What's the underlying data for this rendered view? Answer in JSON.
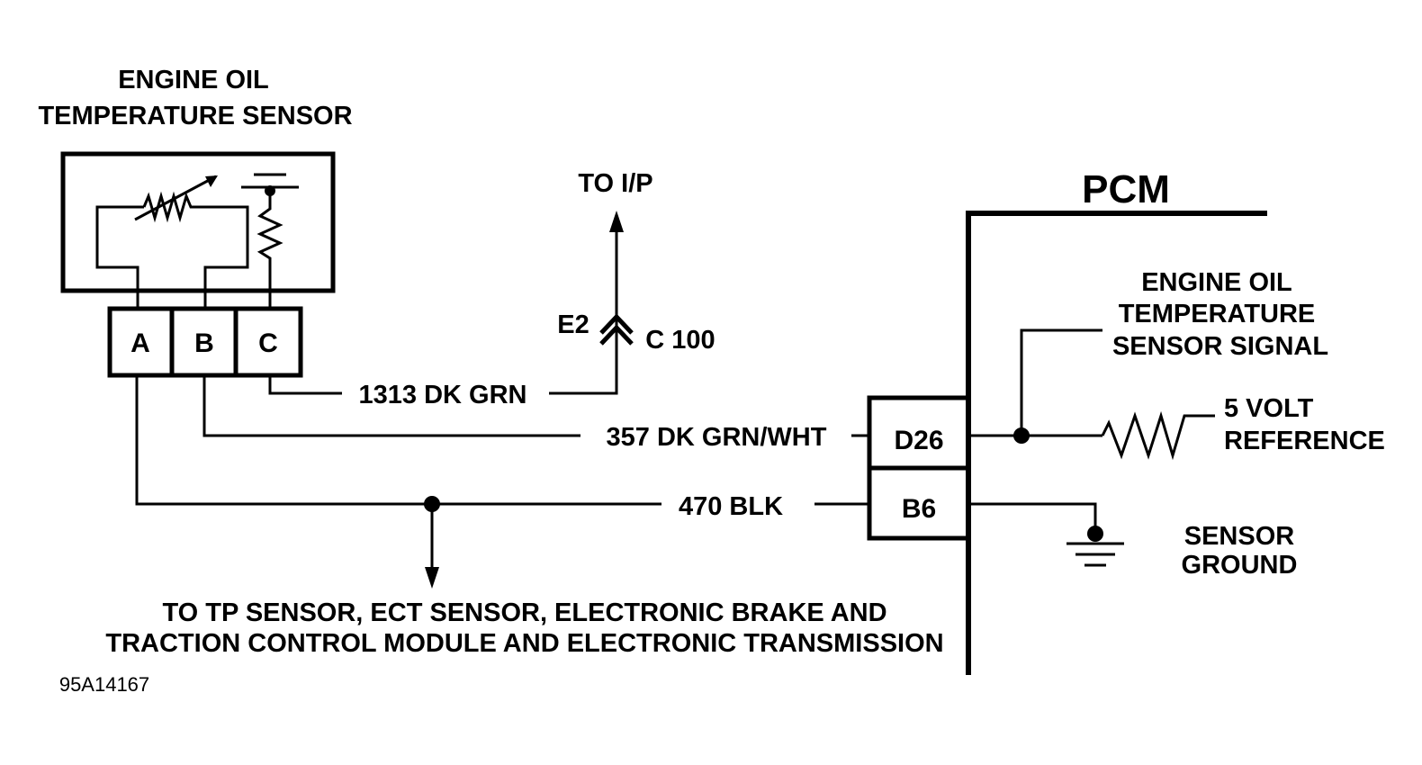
{
  "sensor": {
    "title_line1": "ENGINE OIL",
    "title_line2": "TEMPERATURE SENSOR",
    "pins": [
      "A",
      "B",
      "C"
    ]
  },
  "pcm": {
    "title": "PCM",
    "pins": [
      "D26",
      "B6"
    ]
  },
  "wires": {
    "c_wire": "1313 DK GRN",
    "b_wire": "357 DK GRN/WHT",
    "a_wire": "470 BLK"
  },
  "connector": {
    "to_ip": "TO I/P",
    "left_label": "E2",
    "right_label": "C 100"
  },
  "signal": {
    "line1": "ENGINE OIL",
    "line2": "TEMPERATURE",
    "line3": "SENSOR SIGNAL"
  },
  "reference": {
    "line1": "5 VOLT",
    "line2": "REFERENCE"
  },
  "ground": {
    "line1": "SENSOR",
    "line2": "GROUND"
  },
  "bottom_note": {
    "line1": "TO TP SENSOR, ECT SENSOR, ELECTRONIC BRAKE AND",
    "line2": "TRACTION CONTROL MODULE AND ELECTRONIC TRANSMISSION"
  },
  "figure_id": "95A14167"
}
